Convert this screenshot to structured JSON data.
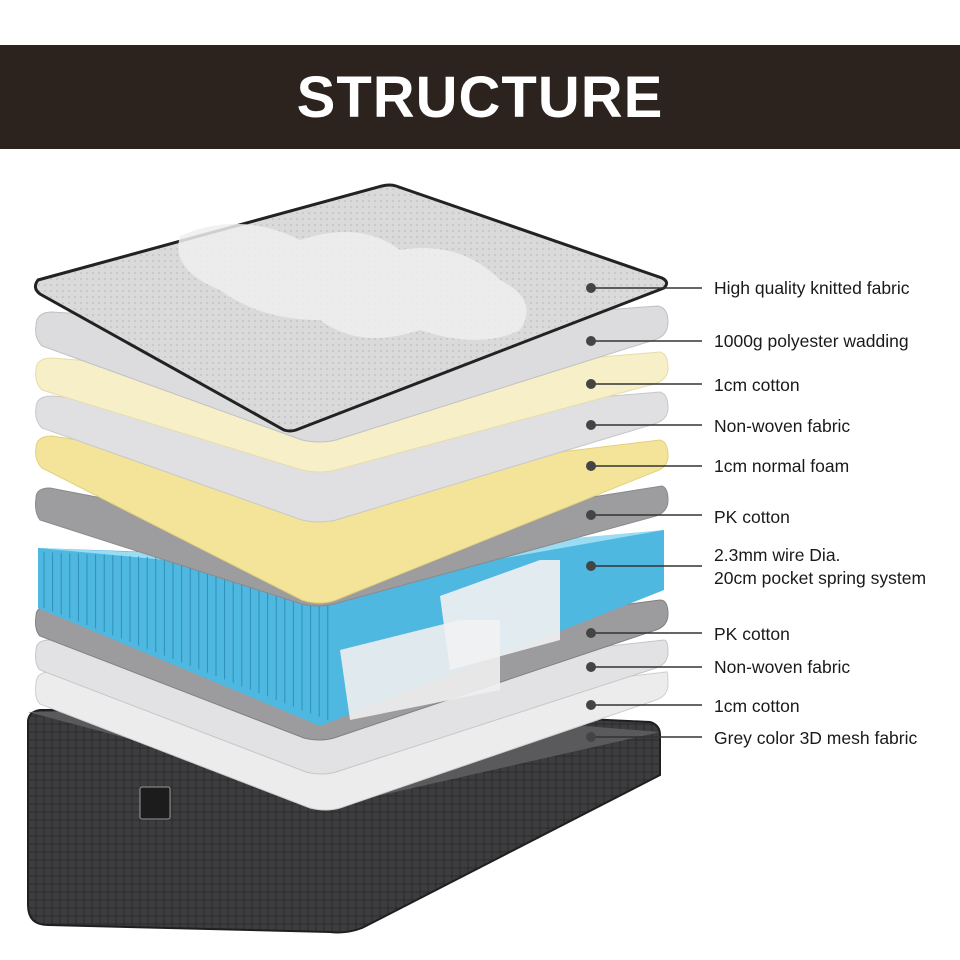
{
  "header": {
    "title": "STRUCTURE"
  },
  "layers": [
    {
      "id": "knitted-fabric",
      "label": "High quality knitted fabric"
    },
    {
      "id": "polyester-wadding",
      "label": "1000g polyester wadding"
    },
    {
      "id": "cotton-top",
      "label": "1cm cotton"
    },
    {
      "id": "non-woven-top",
      "label": "Non-woven fabric"
    },
    {
      "id": "normal-foam",
      "label": "1cm normal foam"
    },
    {
      "id": "pk-cotton-top",
      "label": "PK cotton"
    },
    {
      "id": "pocket-spring",
      "label_line1": "2.3mm wire Dia.",
      "label_line2": "20cm pocket spring system"
    },
    {
      "id": "pk-cotton-bottom",
      "label": "PK cotton"
    },
    {
      "id": "non-woven-bottom",
      "label": "Non-woven fabric"
    },
    {
      "id": "cotton-bottom",
      "label": "1cm cotton"
    },
    {
      "id": "mesh-fabric",
      "label": "Grey color 3D mesh fabric"
    }
  ],
  "colors": {
    "header_bg": "#2c221e",
    "leader": "#333333",
    "foam_yellow": "#f5e7a1",
    "pale_yellow": "#f8f1cf",
    "grey_layer": "#c9c9cb",
    "spring_blue": "#5cc3e8",
    "base_dark": "#3b3b3d"
  }
}
